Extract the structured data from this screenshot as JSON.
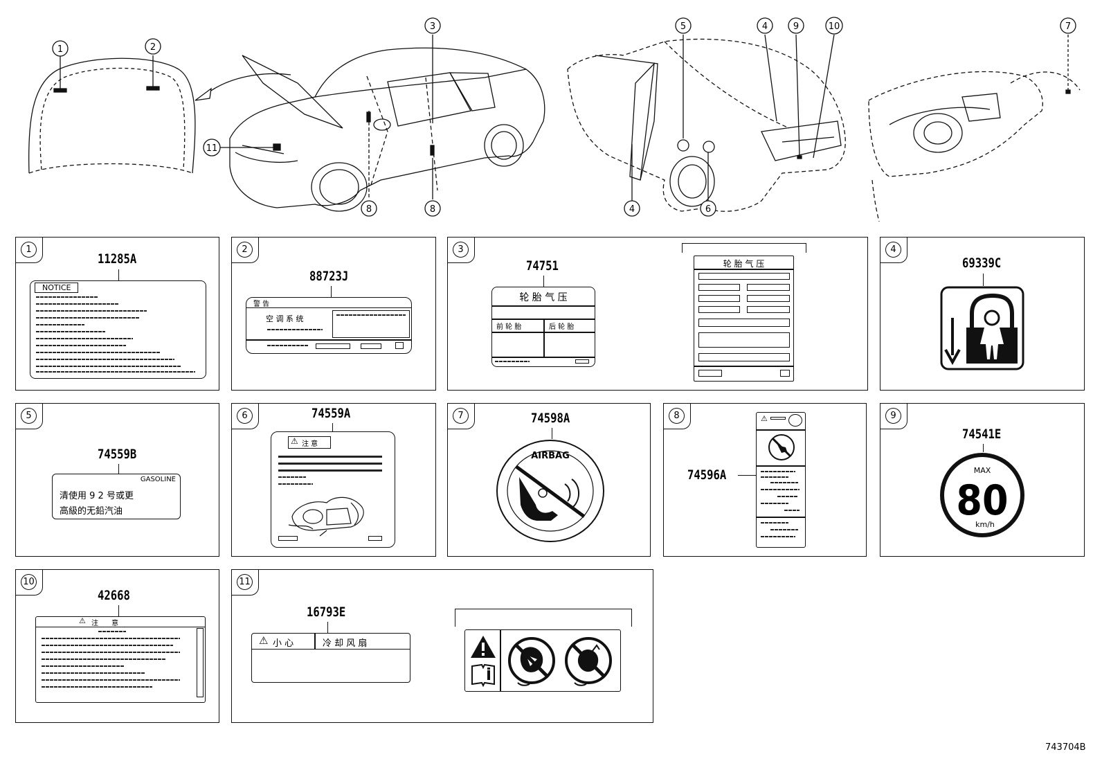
{
  "callouts_top": [
    "1",
    "2",
    "3",
    "4",
    "5",
    "6",
    "7",
    "8",
    "9",
    "10",
    "11"
  ],
  "panels": [
    {
      "num": "1",
      "code": "11285A",
      "notice": "NOTICE"
    },
    {
      "num": "2",
      "code": "88723J",
      "warn": "警 告",
      "system": "空 调 系 统"
    },
    {
      "num": "3",
      "code": "74751",
      "title": "轮 胎 气 压",
      "front": "前 轮 胎",
      "rear": "后 轮 胎",
      "title_alt": "轮  胎  气  压"
    },
    {
      "num": "4",
      "code": "69339C"
    },
    {
      "num": "5",
      "code": "74559B",
      "fuel": "GASOLINE",
      "line1": "清使用 9 2 号或更",
      "line2": "高級的无鉛汽油"
    },
    {
      "num": "6",
      "code": "74559A",
      "warn": "注 意"
    },
    {
      "num": "7",
      "code": "74598A",
      "ring": "AIRBAG"
    },
    {
      "num": "8",
      "code": "74596A"
    },
    {
      "num": "9",
      "code": "74541E",
      "max": "MAX",
      "speed": "80",
      "unit": "km/h"
    },
    {
      "num": "10",
      "code": "42668",
      "warn": "注      意"
    },
    {
      "num": "11",
      "code": "16793E",
      "caution": "小 心",
      "fan": "冷 却 风 扇"
    }
  ],
  "figure_id": "743704B",
  "colors": {
    "line": "#111111",
    "background": "#ffffff"
  }
}
